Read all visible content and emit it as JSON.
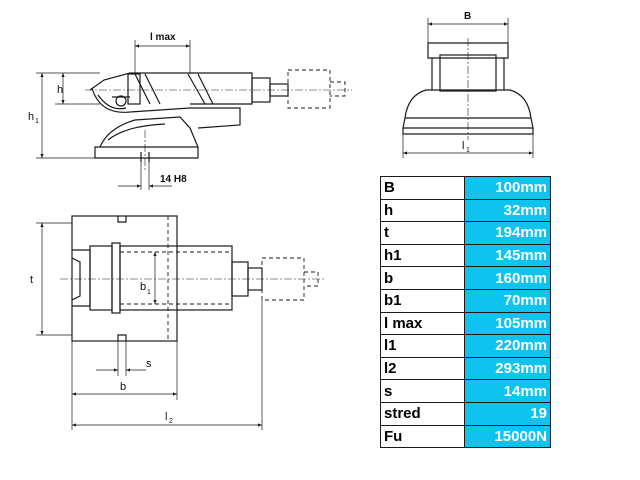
{
  "drawing": {
    "dimension_labels": {
      "l_max": "l max",
      "h": "h",
      "h1": "h",
      "h1_sub": "1",
      "slot": "14 H8",
      "B": "B",
      "l1": "l",
      "l1_sub": "1",
      "t": "t",
      "b1": "b",
      "b1_sub": "1",
      "s": "s",
      "b": "b",
      "l2": "l",
      "l2_sub": "2"
    }
  },
  "specs": {
    "rows": [
      {
        "param": "B",
        "value": "100mm"
      },
      {
        "param": "h",
        "value": "32mm"
      },
      {
        "param": "t",
        "value": "194mm"
      },
      {
        "param": "h1",
        "value": "145mm"
      },
      {
        "param": "b",
        "value": "160mm"
      },
      {
        "param": "b1",
        "value": "70mm"
      },
      {
        "param": "l max",
        "value": "105mm"
      },
      {
        "param": "l1",
        "value": "220mm"
      },
      {
        "param": "l2",
        "value": "293mm"
      },
      {
        "param": "s",
        "value": "14mm"
      },
      {
        "param": "stred",
        "value": "19"
      },
      {
        "param": "Fu",
        "value": "15000N"
      }
    ]
  },
  "colors": {
    "value_cell_bg": "#0ec4ee",
    "value_text": "#ffffff",
    "lines": "#1a1a1a"
  }
}
